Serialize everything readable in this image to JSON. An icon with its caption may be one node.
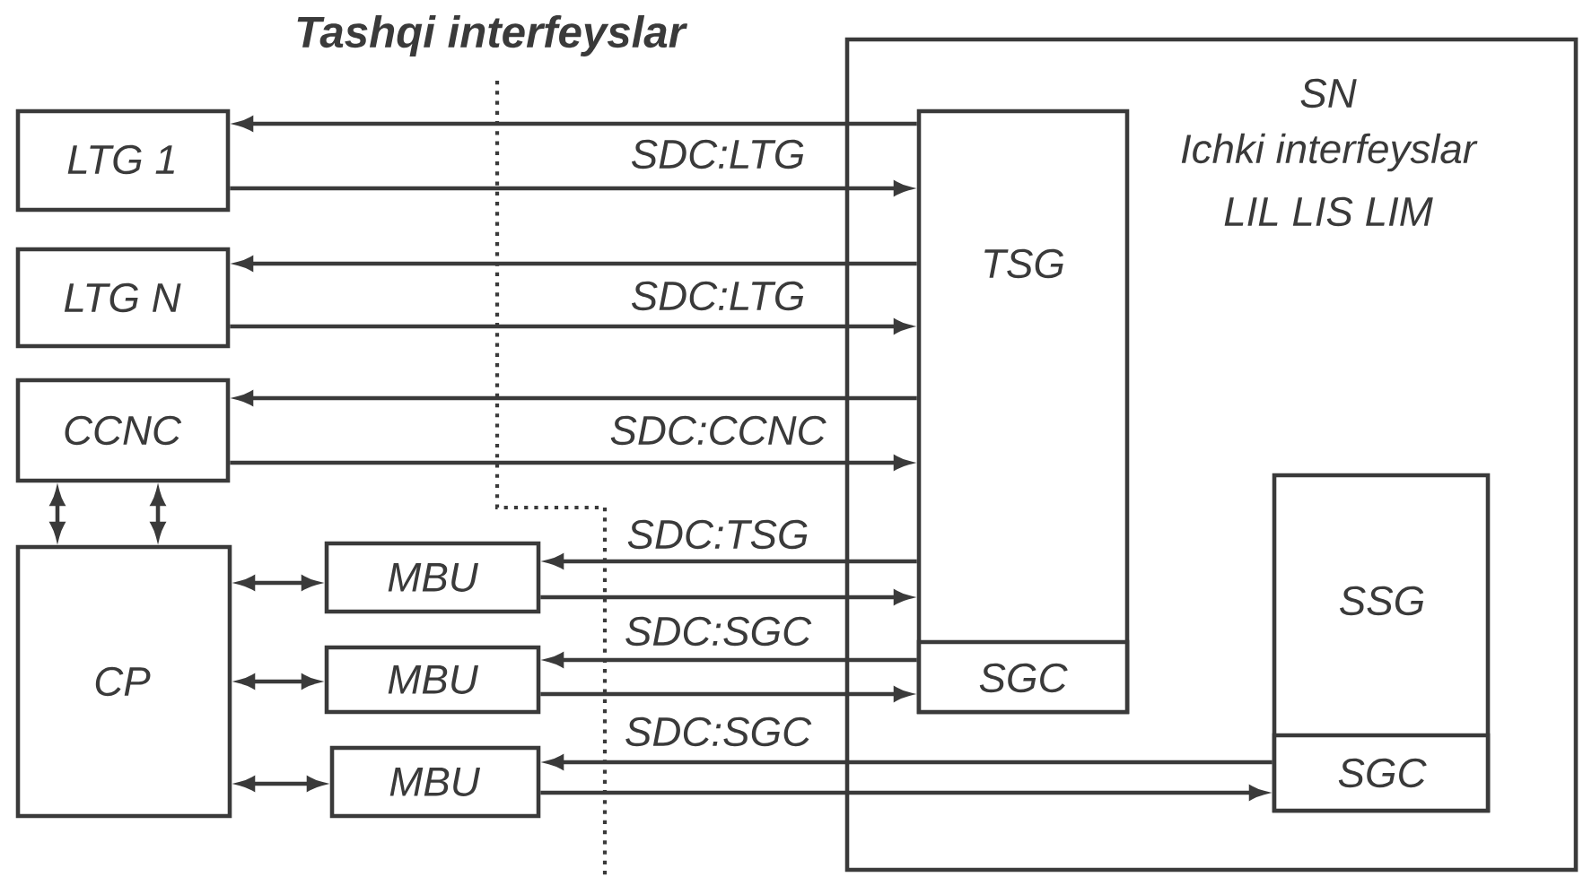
{
  "diagram": {
    "title": "Tashqi interfeyslar",
    "nodes": [
      {
        "text": [
          "LTG 1"
        ]
      },
      {
        "text": [
          "LTG N"
        ]
      },
      {
        "text": [
          "CCNC"
        ]
      },
      {
        "text": [
          "CP"
        ]
      },
      {
        "text": [
          "MBU"
        ]
      },
      {
        "text": [
          "MBU"
        ]
      },
      {
        "text": [
          "MBU"
        ]
      },
      {
        "text": [
          "SN",
          "Ichki interfeyslar",
          "LIL  LIS  LIM"
        ]
      },
      {
        "text": [
          "TSG"
        ],
        "in": 7
      },
      {
        "text": [
          "SGC"
        ],
        "in": 8
      },
      {
        "text": [
          "SSG"
        ],
        "in": 7
      },
      {
        "text": [
          "SGC"
        ],
        "in": 10
      }
    ],
    "edges": [
      {
        "from": 8,
        "to": 0,
        "arrow": "to",
        "label": "SDC:LTG"
      },
      {
        "from": 0,
        "to": 8,
        "arrow": "to"
      },
      {
        "from": 8,
        "to": 1,
        "arrow": "to",
        "label": "SDC:LTG"
      },
      {
        "from": 1,
        "to": 8,
        "arrow": "to"
      },
      {
        "from": 8,
        "to": 2,
        "arrow": "to",
        "label": "SDC:CCNC"
      },
      {
        "from": 2,
        "to": 8,
        "arrow": "to"
      },
      {
        "from": 2,
        "to": 3,
        "arrow": "both"
      },
      {
        "from": 2,
        "to": 3,
        "arrow": "both"
      },
      {
        "from": 3,
        "to": 4,
        "arrow": "both"
      },
      {
        "from": 3,
        "to": 5,
        "arrow": "both"
      },
      {
        "from": 3,
        "to": 6,
        "arrow": "both"
      },
      {
        "from": 8,
        "to": 4,
        "arrow": "to",
        "label": "SDC:TSG"
      },
      {
        "from": 4,
        "to": 8,
        "arrow": "to"
      },
      {
        "from": 9,
        "to": 5,
        "arrow": "to",
        "label": "SDC:SGC"
      },
      {
        "from": 5,
        "to": 9,
        "arrow": "to"
      },
      {
        "from": 11,
        "to": 6,
        "arrow": "to",
        "label": "SDC:SGC"
      },
      {
        "from": 6,
        "to": 11,
        "arrow": "to"
      }
    ]
  }
}
